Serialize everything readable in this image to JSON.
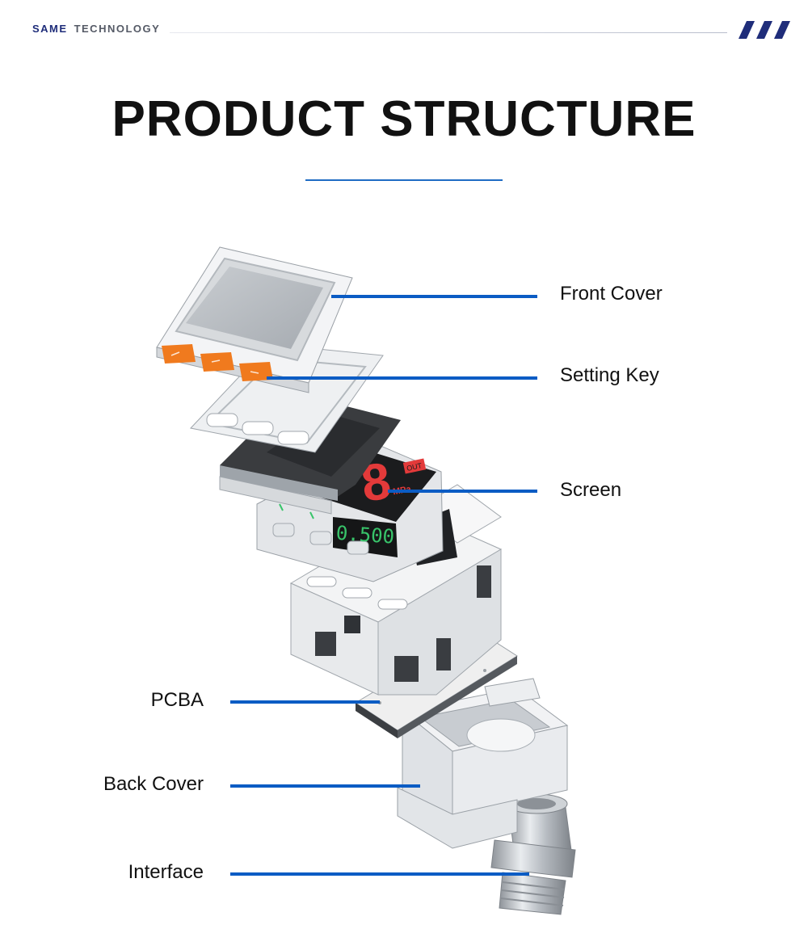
{
  "header": {
    "brand_primary": "SAME",
    "brand_secondary": "TECHNOLOGY"
  },
  "page_title": "PRODUCT STRUCTURE",
  "colors": {
    "accent_blue": "#0b5cc4",
    "brand_navy": "#1f2d7a",
    "key_orange": "#f07a1e",
    "screen_red": "#e33a3a",
    "screen_green": "#38c46a"
  },
  "diagram": {
    "labels": {
      "front_cover": "Front Cover",
      "setting_key": "Setting Key",
      "screen": "Screen",
      "pcba": "PCBA",
      "back_cover": "Back Cover",
      "interface": "Interface"
    },
    "display": {
      "main_digit": "8",
      "unit": "MPa",
      "out_badge": "OUT",
      "sub_readout": "0.500"
    }
  }
}
